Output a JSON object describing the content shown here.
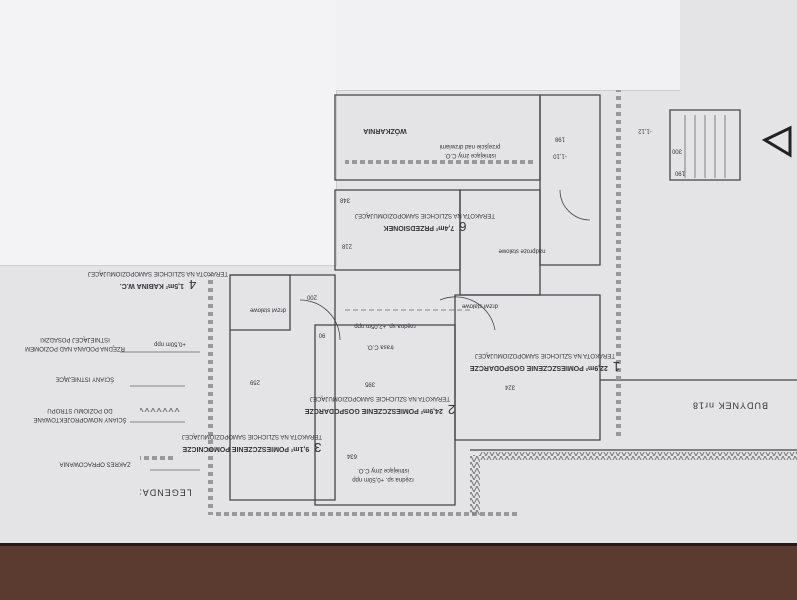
{
  "building": "BUDYNEK nr18",
  "legend": {
    "title": "LEGENDA:",
    "items": [
      "ZAKRES OPRACOWANIA",
      "ŚCIANY NOWOPROJEKTOWANE",
      "DO POZIOMU STROPU",
      "ŚCIANY ISTNIEJĄCE",
      "RZĘDNA PODANA NAD POZIOMEM",
      "ISTNIEJĄCEJ POSADZKI"
    ],
    "level_sample": "+0,50m npp"
  },
  "rooms": [
    {
      "num": "1",
      "name": "22,9m² POMIESZCZENIE GOSPODARCZE",
      "floor": "TERAKOTA NA SZLICHCIE SAMOPOZIOMUJĄCEJ"
    },
    {
      "num": "2",
      "name": "24,9m² POMIESZCZENIE GOSPODARCZE",
      "floor": "TERAKOTA NA SZLICHCIE SAMOPOZIOMUJĄCEJ"
    },
    {
      "num": "3",
      "name": "9,1m² POMIESZCZENIE POMOCNICZE",
      "floor": "TERAKOTA NA SZLICHCIE SAMOPOZIOMUJĄCEJ"
    },
    {
      "num": "4",
      "name": "1,5m² KABINA W.C.",
      "floor": "TERAKOTA NA SZLICHCIE SAMOPOZIOMUJĄCEJ"
    },
    {
      "num": "6",
      "name": "7,4m² PRZEDSIONEK",
      "floor": "TERAKOTA NA SZLICHCIE SAMOPOZIOMUJĄCEJ"
    }
  ],
  "labels": {
    "wozkarnia": "WÓZKARNIA",
    "co1": "istniejące żmy C.O.",
    "co1b": "przejście nad drzwiami",
    "lvl1": "-1,10",
    "lvl2": "-1,12",
    "rz1": "rzędna sp. +2,05m npp",
    "trasa": "trasa C.O.",
    "rz2": "rzędna sp. +0,50m npp",
    "co2": "istniejące żmy C.O.",
    "door1": "drzwi stalowe",
    "door2": "drzwi stalowe",
    "lintel": "nadproże stalowe",
    "dims": [
      "395",
      "259",
      "324",
      "634",
      "200",
      "90",
      "198",
      "300",
      "190",
      "348",
      "218"
    ]
  }
}
